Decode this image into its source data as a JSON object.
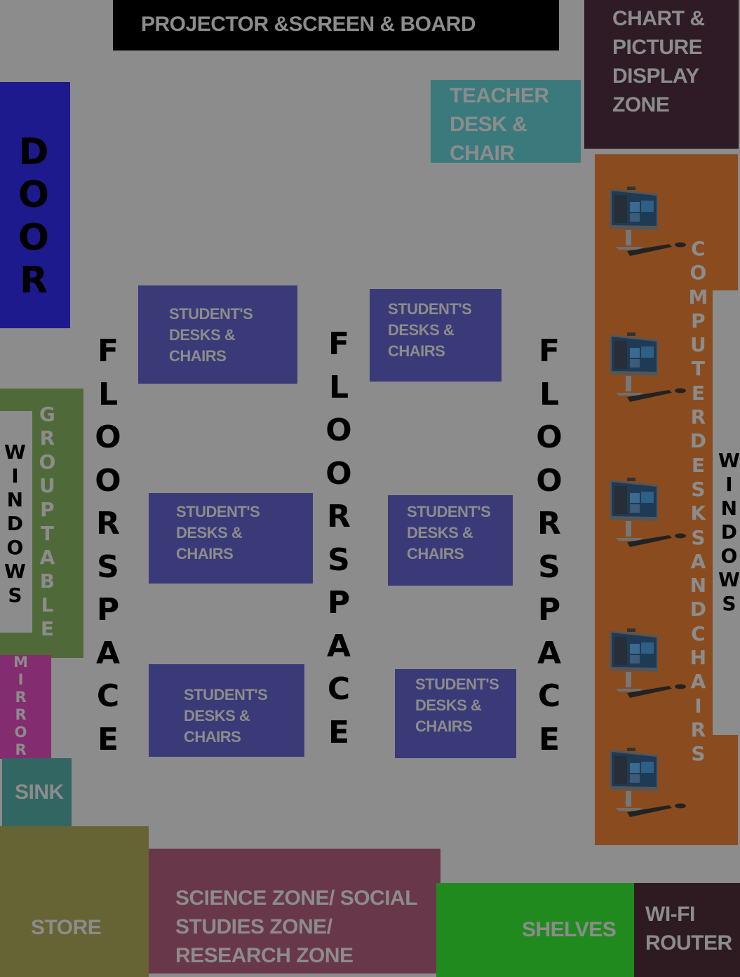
{
  "zones": {
    "projector": "PROJECTOR &SCREEN & BOARD",
    "chart_display": "CHART & PICTURE DISPLAY ZONE",
    "teacher": "TEACHER DESK & CHAIR",
    "door": "DOOR",
    "windows_left": "WINDOWS",
    "group_table": "GROUPTABLE",
    "mirror": "MIRROR",
    "sink": "SINK",
    "store": "STORE",
    "science": "SCIENCE ZONE/ SOCIAL STUDIES ZONE/ RESEARCH ZONE",
    "shelves": "SHELVES",
    "wifi": "WI-FI ROUTER",
    "computers": "COMPUTERDESKSANDCHAIRS",
    "windows_right": "WINDOWS",
    "floor_space": "FLOORSPACE"
  },
  "student_desks": [
    "STUDENT'S DESKS & CHAIRS",
    "STUDENT'S DESKS & CHAIRS",
    "STUDENT'S DESKS & CHAIRS",
    "STUDENT'S DESKS & CHAIRS",
    "STUDENT'S DESKS & CHAIRS",
    "STUDENT'S DESKS & CHAIRS"
  ],
  "icons": {
    "computer": "all-in-one-computer-icon"
  },
  "colors": {
    "background": "#8c8c8c",
    "projector": "#000000",
    "chart_display": "#2e1b26",
    "teacher": "#3a7a7c",
    "door": "#1c1a8c",
    "student_desk": "#3a3a78",
    "group_table": "#4f6a38",
    "mirror": "#842c70",
    "sink": "#326663",
    "store": "#666334",
    "science": "#68374a",
    "shelves": "#218a1f",
    "wifi": "#2e1b22",
    "computers": "#8a4c1e"
  }
}
